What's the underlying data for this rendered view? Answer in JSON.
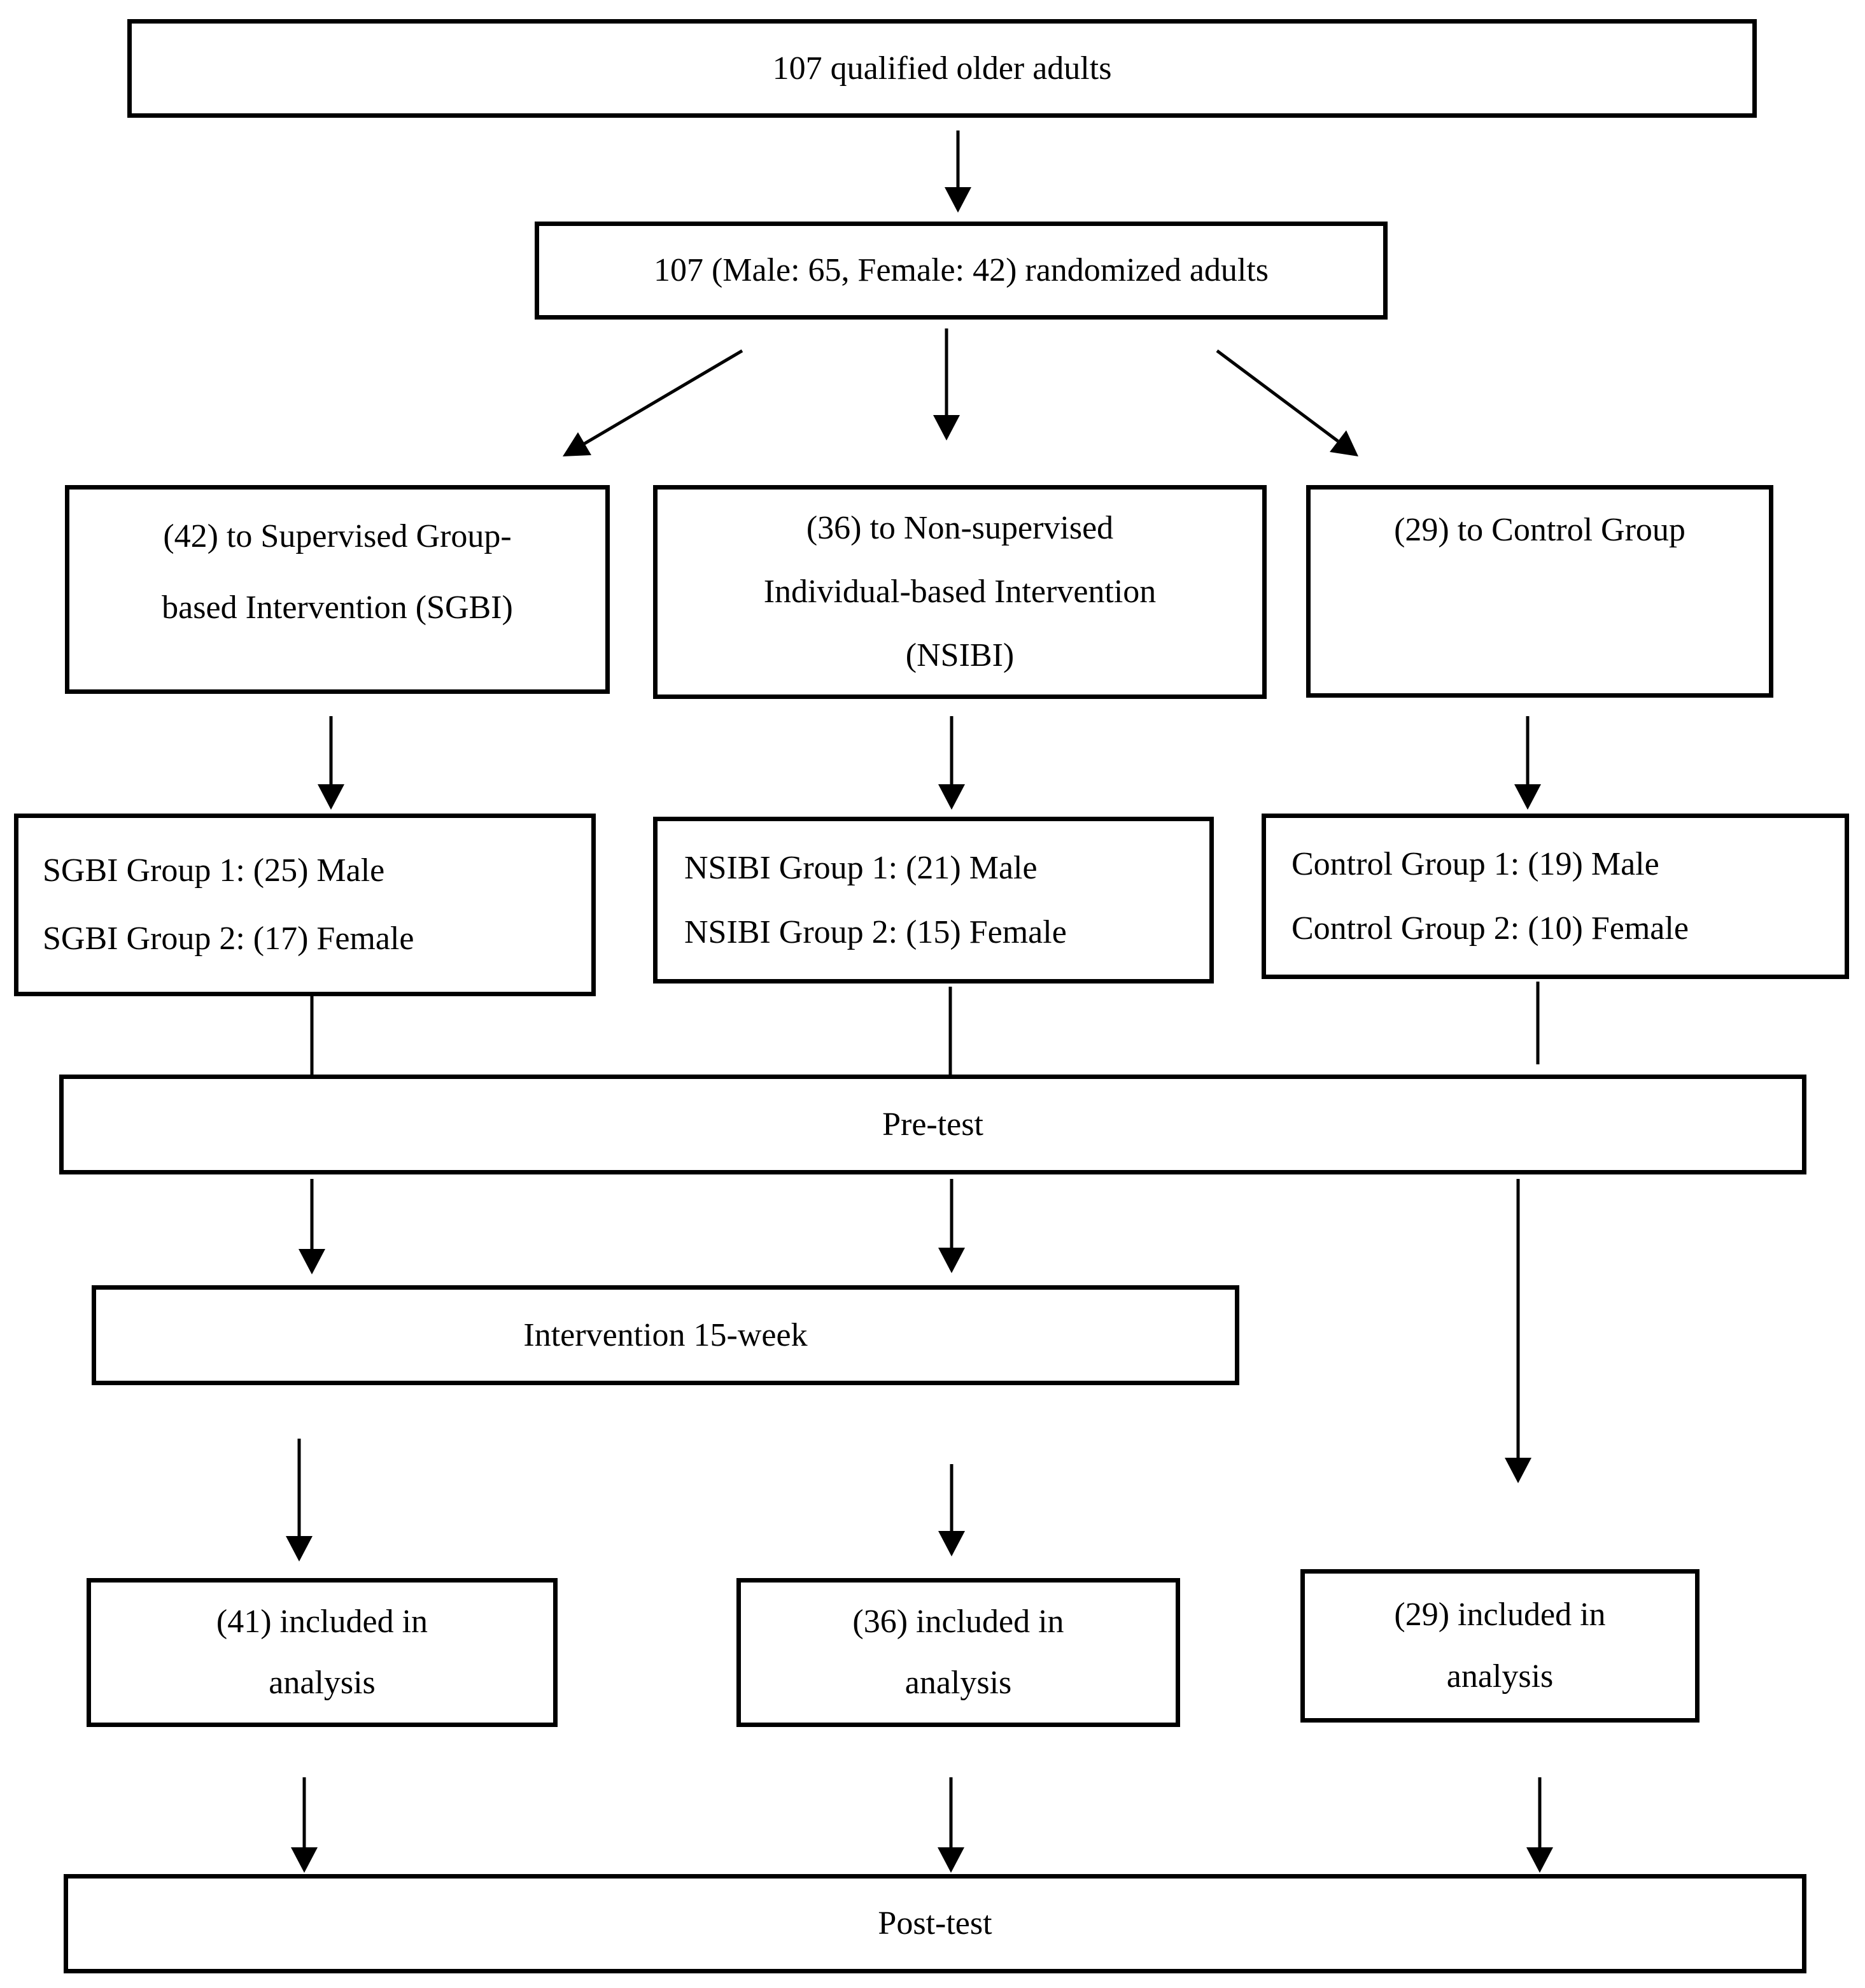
{
  "title": "Participant flow diagram",
  "colors": {
    "background": "#ffffff",
    "box_border": "#000000",
    "text": "#000000",
    "arrow": "#000000"
  },
  "nodes": {
    "qualified": {
      "text": "107 qualified older adults"
    },
    "randomized": {
      "text": "107 (Male: 65, Female: 42) randomized adults"
    },
    "sgbi": {
      "lines": [
        "(42) to Supervised Group-",
        "based Intervention (SGBI)"
      ]
    },
    "nsibi": {
      "lines": [
        "(36) to Non-supervised",
        "Individual-based Intervention",
        "(NSIBI)"
      ]
    },
    "control": {
      "lines": [
        "(29) to Control Group"
      ]
    },
    "sgbi_groups": {
      "lines": [
        "SGBI Group 1: (25) Male",
        "SGBI Group 2: (17) Female"
      ]
    },
    "nsibi_groups": {
      "lines": [
        "NSIBI Group 1: (21) Male",
        "NSIBI Group 2: (15) Female"
      ]
    },
    "control_groups": {
      "lines": [
        "Control Group 1: (19) Male",
        "Control Group 2: (10) Female"
      ]
    },
    "pretest": {
      "text": "Pre-test"
    },
    "intervention": {
      "text": "Intervention 15-week"
    },
    "sgbi_analysis": {
      "lines": [
        "(41) included in",
        "analysis"
      ]
    },
    "nsibi_analysis": {
      "lines": [
        "(36) included in",
        "analysis"
      ]
    },
    "control_analysis": {
      "lines": [
        "(29) included in",
        "analysis"
      ]
    },
    "posttest": {
      "text": "Post-test"
    }
  },
  "edges": [
    {
      "from": "qualified",
      "to": "randomized",
      "arrowhead": true
    },
    {
      "from": "randomized",
      "to": "sgbi",
      "arrowhead": true
    },
    {
      "from": "randomized",
      "to": "nsibi",
      "arrowhead": true
    },
    {
      "from": "randomized",
      "to": "control",
      "arrowhead": true
    },
    {
      "from": "sgbi",
      "to": "sgbi_groups",
      "arrowhead": true
    },
    {
      "from": "nsibi",
      "to": "nsibi_groups",
      "arrowhead": true
    },
    {
      "from": "control",
      "to": "control_groups",
      "arrowhead": true
    },
    {
      "from": "sgbi_groups",
      "to": "pretest",
      "arrowhead": false
    },
    {
      "from": "nsibi_groups",
      "to": "pretest",
      "arrowhead": false
    },
    {
      "from": "control_groups",
      "to": "pretest",
      "arrowhead": false
    },
    {
      "from": "pretest",
      "to": "intervention",
      "arrowhead": true,
      "column": "sgbi"
    },
    {
      "from": "pretest",
      "to": "intervention",
      "arrowhead": true,
      "column": "nsibi"
    },
    {
      "from": "pretest",
      "to": "control_analysis",
      "arrowhead": true,
      "column": "control"
    },
    {
      "from": "intervention",
      "to": "sgbi_analysis",
      "arrowhead": true
    },
    {
      "from": "intervention",
      "to": "nsibi_analysis",
      "arrowhead": true
    },
    {
      "from": "sgbi_analysis",
      "to": "posttest",
      "arrowhead": true
    },
    {
      "from": "nsibi_analysis",
      "to": "posttest",
      "arrowhead": true
    },
    {
      "from": "control_analysis",
      "to": "posttest",
      "arrowhead": true
    }
  ]
}
